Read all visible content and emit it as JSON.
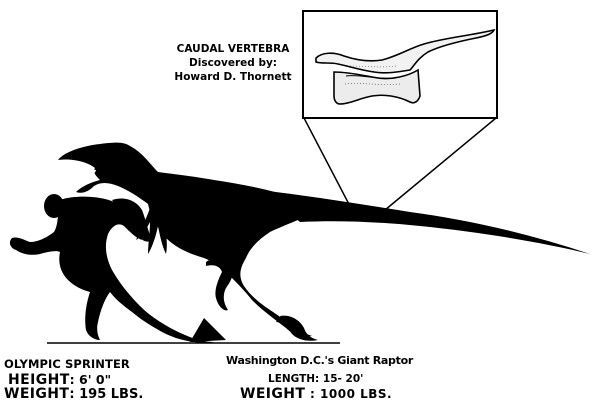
{
  "inset": {
    "caption_line1": "CAUDAL VERTEBRA",
    "caption_line2": "Discovered by:",
    "caption_line3": "Howard D. Thornett",
    "icon": "caudal-vertebra-bone-drawing"
  },
  "sprinter": {
    "title": "OLYMPIC SPRINTER",
    "height_label": "HEIGHT",
    "height_value": ": 6' 0\"",
    "weight_label": "WEIGHT",
    "weight_value": ": 195 LBS.",
    "icon": "running-man-silhouette"
  },
  "raptor": {
    "title": "Washington D.C.'s Giant Raptor",
    "length": "LENGTH: 15- 20'",
    "weight_label": "WEIGHT",
    "weight_value": " : 1000 LBS.",
    "icon": "raptor-silhouette"
  },
  "colors": {
    "ink": "#000000",
    "background": "#ffffff",
    "bone_fill": "#efefef"
  }
}
